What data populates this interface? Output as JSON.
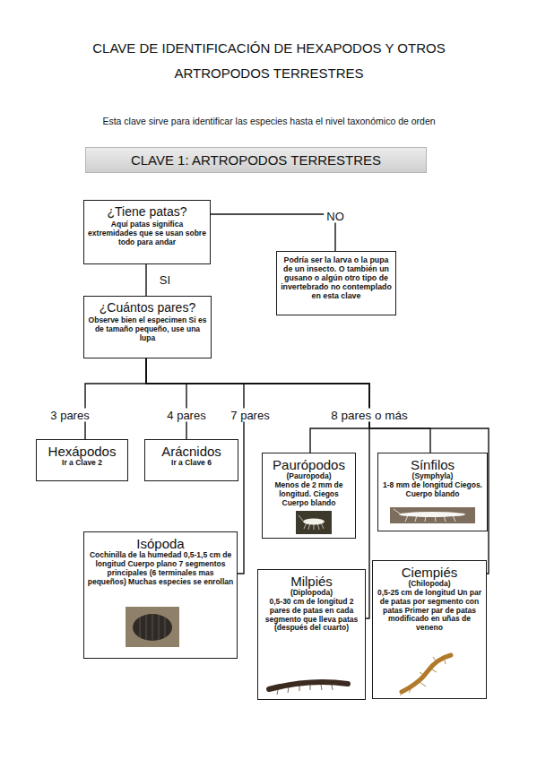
{
  "diagram": {
    "title": "CLAVE DE IDENTIFICACIÓN DE HEXAPODOS Y OTROS ARTROPODOS TERRESTRES",
    "nodes": [
      {
        "text": [
          "CLAVE 1: ARTROPODOS TERRESTRES"
        ]
      },
      {
        "text": [
          "¿Tiene patas?",
          "Aquí patas significa extremidades que se usan sobre todo para andar"
        ]
      },
      {
        "text": [
          "Podría ser la larva o la pupa de un insecto. O también un gusano o algún otro tipo de invertebrado no contemplado en esta clave"
        ]
      },
      {
        "text": [
          "¿Cuántos pares?",
          "Observe bien el especimen Si es de tamaño pequeño, use una lupa"
        ]
      },
      {
        "text": [
          "Hexápodos",
          "Ir a Clave 2"
        ]
      },
      {
        "text": [
          "Arácnidos",
          "Ir a Clave 6"
        ]
      },
      {
        "text": [
          "Paurópodos",
          "(Pauropoda)",
          "Menos de 2 mm de longitud. Ciegos Cuerpo blando"
        ]
      },
      {
        "text": [
          "Sínfilos",
          "(Symphyla)",
          "1-8 mm de longitud Ciegos. Cuerpo blando"
        ]
      },
      {
        "text": [
          "Isópoda",
          "Cochinilla de la humedad 0,5-1,5 cm de longitud Cuerpo plano 7 segmentos principales (6 terminales mas pequeños) Muchas especies se enrollan"
        ]
      },
      {
        "text": [
          "Milpiés",
          "(Diplopoda)",
          "0,5-30 cm de longitud 2 pares de patas en cada segmento que lleva patas (después del cuarto)"
        ]
      },
      {
        "text": [
          "Ciempiés",
          "(Chilopoda)",
          "0,5-25 cm de longitud Un par de patas por segmento con patas Primer par de patas modificado en uñas de veneno"
        ]
      }
    ],
    "edges": [
      {
        "from": 1,
        "to": 2,
        "label": "NO",
        "arrow": "none"
      },
      {
        "from": 1,
        "to": 3,
        "label": "SI",
        "arrow": "none"
      },
      {
        "from": 3,
        "to": 4,
        "label": "3 pares",
        "arrow": "none"
      },
      {
        "from": 3,
        "to": 5,
        "label": "4 pares",
        "arrow": "none"
      },
      {
        "from": 3,
        "to": 8,
        "label": "7 pares",
        "arrow": "none"
      },
      {
        "from": 3,
        "to": 6,
        "label": "8 pares o más",
        "arrow": "none"
      },
      {
        "from": 3,
        "to": 7,
        "arrow": "none"
      },
      {
        "from": 3,
        "to": 9,
        "arrow": "none"
      },
      {
        "from": 3,
        "to": 10,
        "arrow": "none"
      }
    ],
    "labels": [
      "Esta clave sirve para identificar las especies hasta el nivel taxonómico de orden"
    ]
  }
}
